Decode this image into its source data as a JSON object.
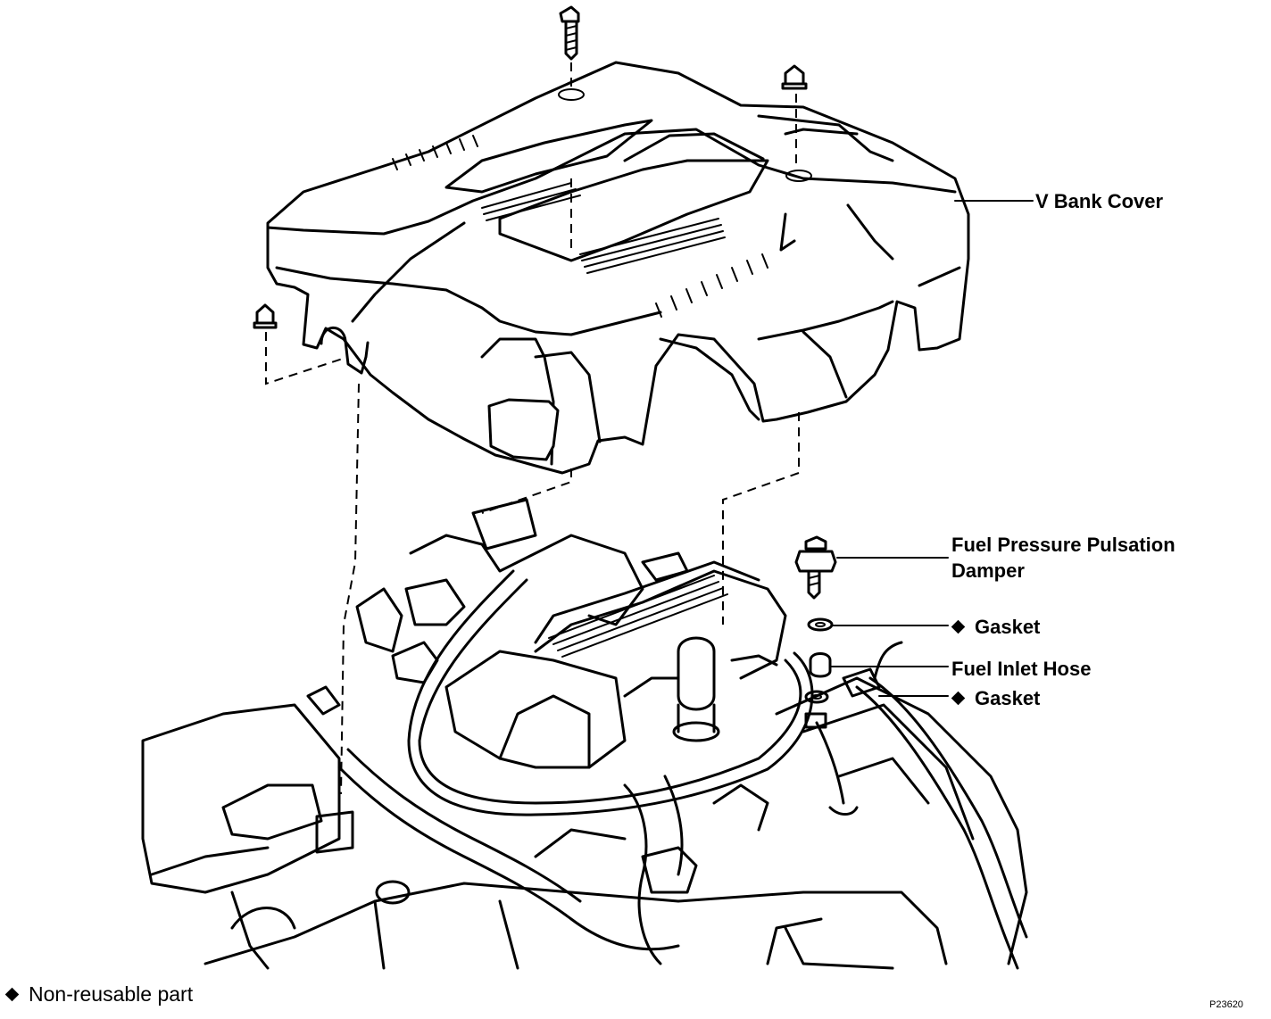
{
  "labels": {
    "v_bank_cover": "V Bank Cover",
    "damper_line1": "Fuel Pressure Pulsation",
    "damper_line2": "Damper",
    "gasket_upper": "Gasket",
    "fuel_inlet_hose": "Fuel Inlet Hose",
    "gasket_lower": "Gasket"
  },
  "legend": {
    "symbol": "diamond-icon",
    "text": "Non-reusable part"
  },
  "figure_code": "P23620",
  "colors": {
    "ink": "#000000",
    "paper": "#ffffff"
  }
}
